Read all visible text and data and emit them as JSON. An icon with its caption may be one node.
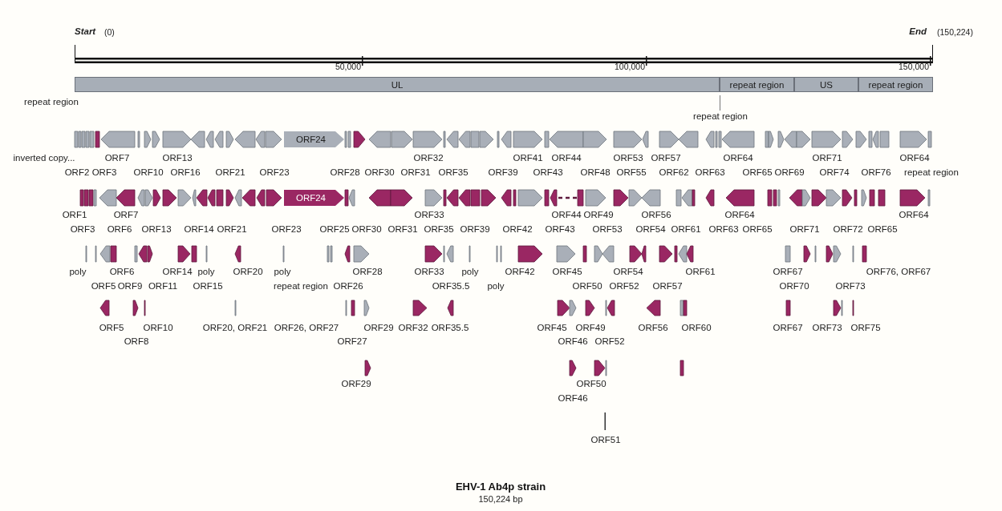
{
  "diagram": {
    "title": "EHV-1 Ab4p strain",
    "caption": "150,224 bp",
    "nodes": [
      {
        "text": [
          "UL"
        ]
      },
      {
        "text": [
          "repeat region"
        ]
      },
      {
        "text": [
          "US"
        ]
      },
      {
        "text": [
          "repeat region"
        ]
      },
      {
        "text": [
          "ORF24"
        ]
      },
      {
        "text": [
          "ORF24"
        ]
      }
    ],
    "labels": [
      "Start",
      "(0)",
      "End",
      "(150,224)",
      "50,000",
      "100,000",
      "150,000",
      "repeat region",
      "repeat region",
      "inverted copy...",
      "ORF7",
      "ORF13",
      "ORF32",
      "ORF41",
      "ORF44",
      "ORF53",
      "ORF57",
      "ORF64",
      "ORF71",
      "ORF64",
      "ORF2",
      "ORF3",
      "ORF10",
      "ORF16",
      "ORF21",
      "ORF23",
      "ORF28",
      "ORF30",
      "ORF31",
      "ORF35",
      "ORF39",
      "ORF43",
      "ORF48",
      "ORF55",
      "ORF62",
      "ORF63",
      "ORF65",
      "ORF69",
      "ORF74",
      "ORF76",
      "repeat region",
      "ORF1",
      "ORF7",
      "ORF33",
      "ORF44",
      "ORF49",
      "ORF56",
      "ORF64",
      "ORF64",
      "ORF3",
      "ORF6",
      "ORF13",
      "ORF14",
      "ORF21",
      "ORF23",
      "ORF25",
      "ORF30",
      "ORF31",
      "ORF35",
      "ORF39",
      "ORF42",
      "ORF43",
      "ORF53",
      "ORF54",
      "ORF61",
      "ORF63",
      "ORF65",
      "ORF71",
      "ORF72",
      "ORF65",
      "poly",
      "ORF6",
      "ORF14",
      "poly",
      "ORF20",
      "poly",
      "ORF28",
      "ORF33",
      "poly",
      "ORF42",
      "ORF45",
      "ORF54",
      "ORF61",
      "ORF67",
      "ORF76, ORF67",
      "ORF5",
      "ORF9",
      "ORF11",
      "ORF15",
      "repeat region",
      "ORF26",
      "ORF35.5",
      "poly",
      "ORF50",
      "ORF52",
      "ORF57",
      "ORF70",
      "ORF73",
      "ORF5",
      "ORF10",
      "ORF20, ORF21",
      "ORF26, ORF27",
      "ORF29",
      "ORF32",
      "ORF35.5",
      "ORF45",
      "ORF49",
      "ORF56",
      "ORF60",
      "ORF67",
      "ORF73",
      "ORF75",
      "ORF8",
      "ORF27",
      "ORF46",
      "ORF52",
      "ORF29",
      "ORF50",
      "ORF46",
      "ORF51"
    ]
  }
}
